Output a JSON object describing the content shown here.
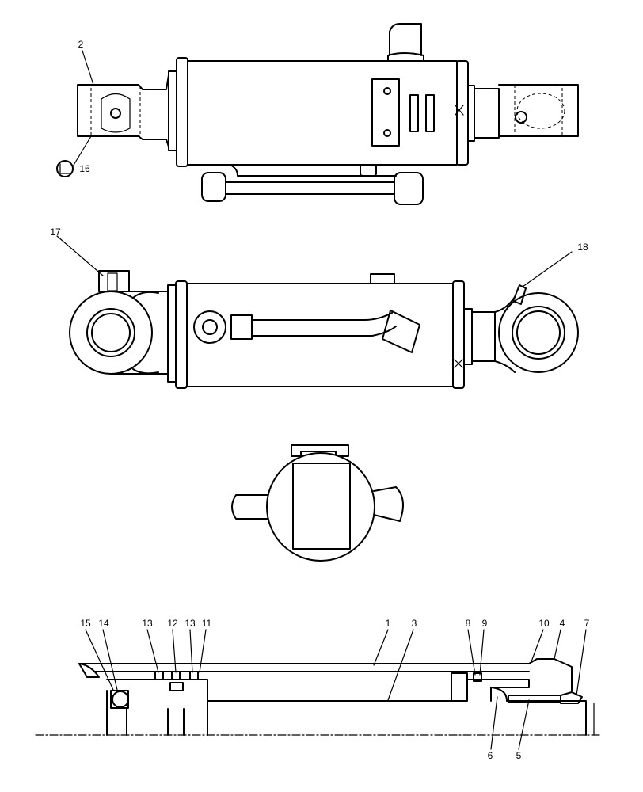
{
  "callouts": [
    {
      "id": "c1",
      "label": "1"
    },
    {
      "id": "c2",
      "label": "2"
    },
    {
      "id": "c3",
      "label": "3"
    },
    {
      "id": "c4",
      "label": "4"
    },
    {
      "id": "c5",
      "label": "5"
    },
    {
      "id": "c6",
      "label": "6"
    },
    {
      "id": "c7",
      "label": "7"
    },
    {
      "id": "c8",
      "label": "8"
    },
    {
      "id": "c9",
      "label": "9"
    },
    {
      "id": "c10",
      "label": "10"
    },
    {
      "id": "c11",
      "label": "11"
    },
    {
      "id": "c12",
      "label": "12"
    },
    {
      "id": "c13a",
      "label": "13"
    },
    {
      "id": "c13b",
      "label": "13"
    },
    {
      "id": "c14",
      "label": "14"
    },
    {
      "id": "c15",
      "label": "15"
    },
    {
      "id": "c16",
      "label": "16"
    },
    {
      "id": "c17",
      "label": "17"
    },
    {
      "id": "c18",
      "label": "18"
    }
  ]
}
